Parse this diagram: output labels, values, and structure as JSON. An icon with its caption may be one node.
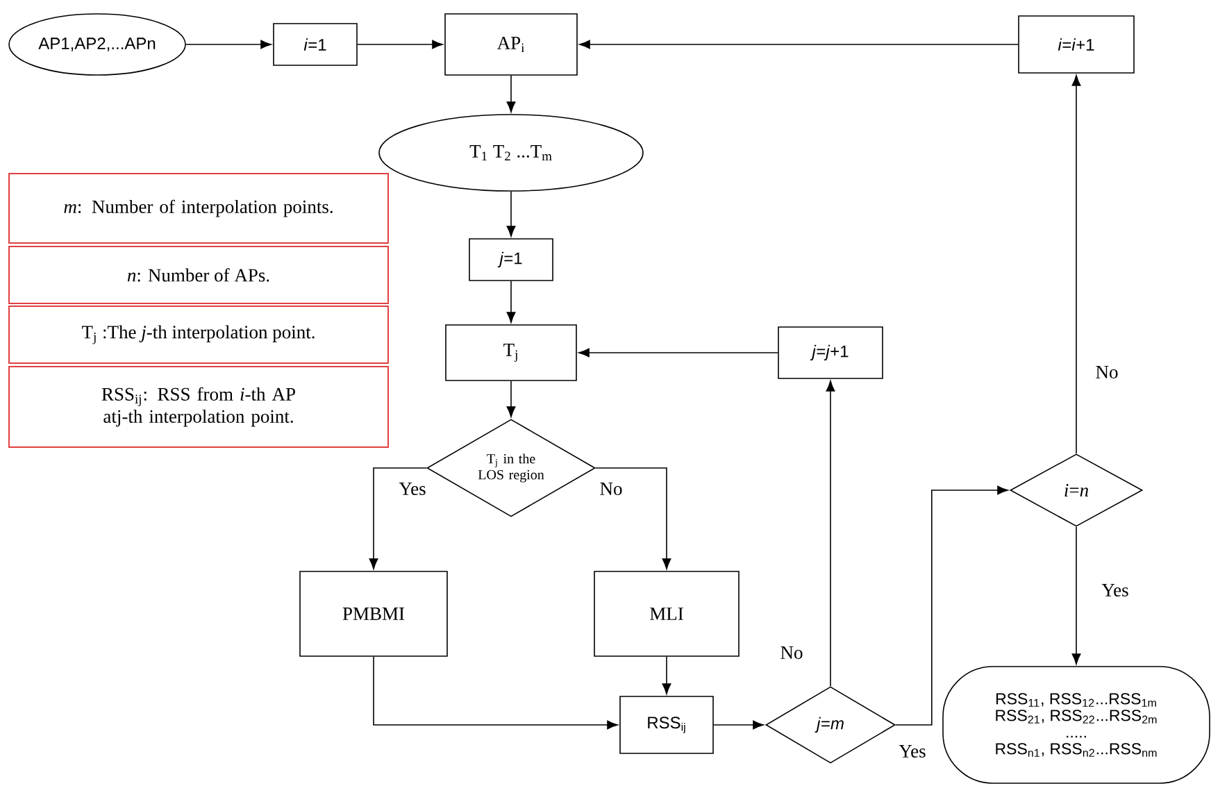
{
  "diagram": {
    "nodes": [
      {
        "text": [
          "AP1,AP2,...APn"
        ]
      },
      {
        "text": [
          "*i*=1"
        ]
      },
      {
        "text": [
          "AP$_{i}$"
        ]
      },
      {
        "text": [
          "T$_{1}$ T$_{2}$ ...T$_{m}$"
        ]
      },
      {
        "text": [
          "*j*=1"
        ]
      },
      {
        "text": [
          "T$_{j}$"
        ]
      },
      {
        "text": [
          "T$_{j}$ in the LOS region"
        ]
      },
      {
        "text": [
          "PMBMI"
        ]
      },
      {
        "text": [
          "MLI"
        ]
      },
      {
        "text": [
          "RSS$_{ij}$"
        ]
      },
      {
        "text": [
          "*j*=*m*"
        ]
      },
      {
        "text": [
          "*j*=*j*+1"
        ]
      },
      {
        "text": [
          "*i*=*i*+1"
        ]
      },
      {
        "text": [
          "*i*=*n*"
        ]
      },
      {
        "text": [
          "RSS$_{11}$, RSS$_{12}$...RSS$_{1m}$",
          "RSS$_{21}$, RSS$_{22}$...RSS$_{2m}$",
          ".....",
          "RSS$_{n1}$, RSS$_{n2}$...RSS$_{nm}$"
        ]
      },
      {
        "text": [
          "*m*: Number of interpolation points."
        ]
      },
      {
        "text": [
          "*n*: Number of APs."
        ]
      },
      {
        "text": [
          "T$_{j}$ :The *j*-th interpolation point."
        ]
      },
      {
        "text": [
          "RSS$_{ij}$: RSS from *i*-th AP atj-th interpolation point."
        ]
      }
    ],
    "edges": [
      {
        "from": 0,
        "to": 1,
        "arrow": "to"
      },
      {
        "from": 1,
        "to": 2,
        "arrow": "to"
      },
      {
        "from": 2,
        "to": 3,
        "arrow": "to"
      },
      {
        "from": 3,
        "to": 4,
        "arrow": "to"
      },
      {
        "from": 4,
        "to": 5,
        "arrow": "to"
      },
      {
        "from": 6,
        "to": 7,
        "arrow": "to",
        "label": "Yes"
      },
      {
        "from": 6,
        "to": 8,
        "arrow": "to",
        "label": "No"
      },
      {
        "from": 7,
        "to": 9,
        "arrow": "to"
      },
      {
        "from": 8,
        "to": 9,
        "arrow": "to"
      },
      {
        "from": 9,
        "to": 10,
        "arrow": "to"
      },
      {
        "from": 10,
        "to": 11,
        "arrow": "to",
        "label": "No"
      },
      {
        "from": 11,
        "to": 5,
        "arrow": "to"
      },
      {
        "from": 10,
        "to": 13,
        "arrow": "to",
        "label": "Yes"
      },
      {
        "from": 13,
        "to": 12,
        "arrow": "to",
        "label": "No"
      },
      {
        "from": 12,
        "to": 2,
        "arrow": "to"
      },
      {
        "from": 13,
        "to": 14,
        "arrow": "to",
        "label": "Yes"
      },
      {
        "from": 5,
        "to": 6,
        "arrow": "to"
      }
    ]
  }
}
